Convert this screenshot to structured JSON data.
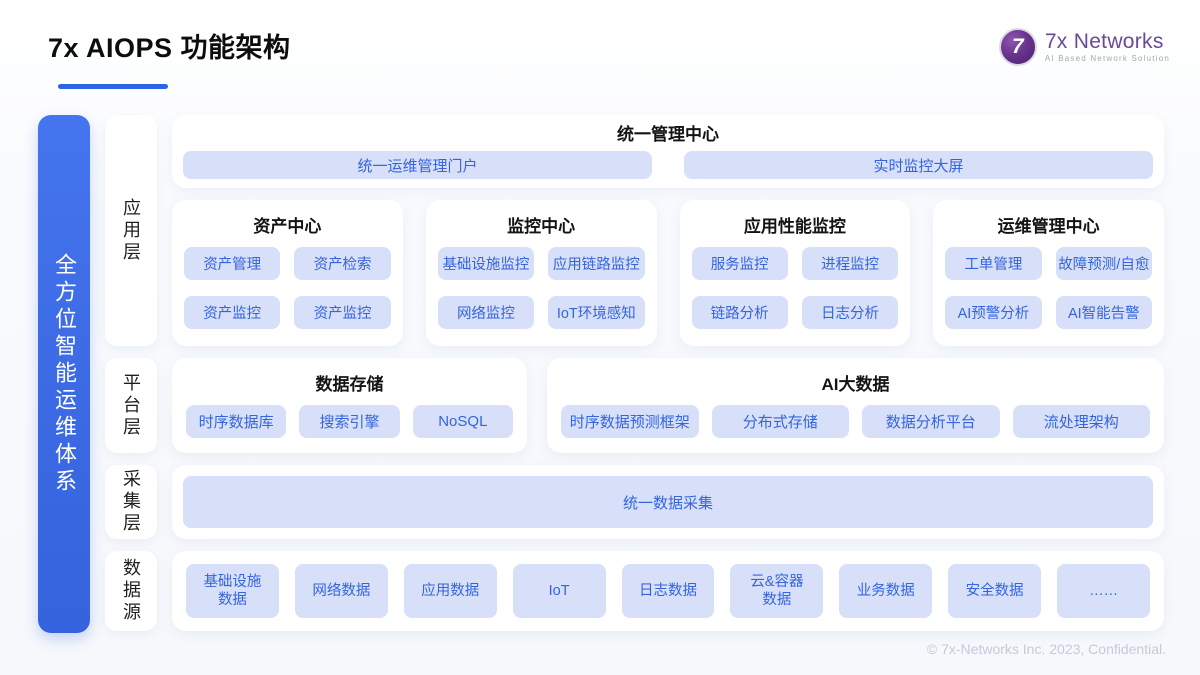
{
  "page": {
    "title": "7x AIOPS 功能架构",
    "footer": "© 7x-Networks Inc. 2023, Confidential."
  },
  "logo": {
    "mark": "7",
    "name": "7x Networks",
    "tagline": "AI Based Network Solution"
  },
  "side_banner": {
    "label": "全方位智能运维体系"
  },
  "layers": [
    {
      "label": "应用层"
    },
    {
      "label": "平台层"
    },
    {
      "label": "采集层"
    },
    {
      "label": "数据源"
    }
  ],
  "sections": {
    "unified": {
      "title": "统一管理中心",
      "items": [
        "统一运维管理门户",
        "实时监控大屏"
      ]
    },
    "app_cards": [
      {
        "title": "资产中心",
        "items": [
          "资产管理",
          "资产检索",
          "资产监控",
          "资产监控"
        ]
      },
      {
        "title": "监控中心",
        "items": [
          "基础设施监控",
          "应用链路监控",
          "网络监控",
          "IoT环境感知"
        ]
      },
      {
        "title": "应用性能监控",
        "items": [
          "服务监控",
          "进程监控",
          "链路分析",
          "日志分析"
        ]
      },
      {
        "title": "运维管理中心",
        "items": [
          "工单管理",
          "故障预测/自愈",
          "AI预警分析",
          "AI智能告警"
        ]
      }
    ],
    "platform_cards": [
      {
        "title": "数据存储",
        "items": [
          "时序数据库",
          "搜索引擎",
          "NoSQL"
        ]
      },
      {
        "title": "AI大数据",
        "items": [
          "时序数据预测框架",
          "分布式存储",
          "数据分析平台",
          "流处理架构"
        ]
      }
    ],
    "collect": {
      "label": "统一数据采集"
    },
    "datasource": {
      "items": [
        "基础设施\n数据",
        "网络数据",
        "应用数据",
        "IoT",
        "日志数据",
        "云&容器\n数据",
        "业务数据",
        "安全数据",
        "……"
      ]
    }
  },
  "colors": {
    "accent_blue": "#2e63e7",
    "bar_blue": "#3a69e8",
    "chip_bg": "#d7e0f8",
    "chip_text": "#3465de",
    "logo_purple": "#6a4a96",
    "footer_gray": "#c2cade"
  }
}
